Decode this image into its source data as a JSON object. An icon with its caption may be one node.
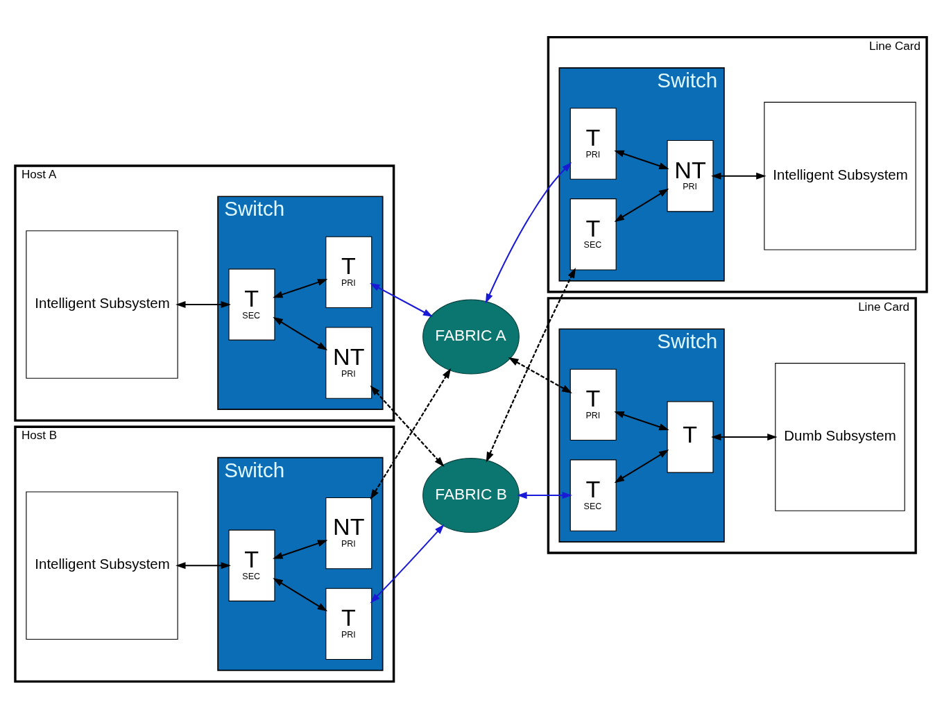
{
  "diagram": {
    "nodes": [
      {
        "text": [
          "Host A"
        ]
      },
      {
        "text": [
          "Intelligent Subsystem"
        ],
        "in": 0
      },
      {
        "text": [
          "Switch"
        ],
        "in": 0
      },
      {
        "text": [
          "T",
          "SEC"
        ],
        "in": 2
      },
      {
        "text": [
          "T",
          "PRI"
        ],
        "in": 2
      },
      {
        "text": [
          "NT",
          "PRI"
        ],
        "in": 2
      },
      {
        "text": [
          "Line Card"
        ]
      },
      {
        "text": [
          "Switch"
        ],
        "in": 6
      },
      {
        "text": [
          "T",
          "PRI"
        ],
        "in": 7
      },
      {
        "text": [
          "T",
          "SEC"
        ],
        "in": 7
      },
      {
        "text": [
          "NT",
          "PRI"
        ],
        "in": 7
      },
      {
        "text": [
          "Intelligent Subsystem"
        ],
        "in": 6
      },
      {
        "text": [
          "FABRIC A"
        ]
      },
      {
        "text": [
          "FABRIC B"
        ]
      },
      {
        "text": [
          "Host B"
        ]
      },
      {
        "text": [
          "Intelligent Subsystem"
        ],
        "in": 14
      },
      {
        "text": [
          "Switch"
        ],
        "in": 14
      },
      {
        "text": [
          "T",
          "SEC"
        ],
        "in": 16
      },
      {
        "text": [
          "NT",
          "PRI"
        ],
        "in": 16
      },
      {
        "text": [
          "T",
          "PRI"
        ],
        "in": 16
      },
      {
        "text": [
          "Line Card"
        ]
      },
      {
        "text": [
          "Switch"
        ],
        "in": 20
      },
      {
        "text": [
          "T",
          "PRI"
        ],
        "in": 21
      },
      {
        "text": [
          "T",
          "SEC"
        ],
        "in": 21
      },
      {
        "text": [
          "T"
        ],
        "in": 21
      },
      {
        "text": [
          "Dumb Subsystem"
        ],
        "in": 20
      }
    ],
    "edges": [
      {
        "from": 1,
        "to": 3,
        "arrow": "both"
      },
      {
        "from": 3,
        "to": 4,
        "arrow": "both"
      },
      {
        "from": 3,
        "to": 5,
        "arrow": "both"
      },
      {
        "from": 4,
        "to": 12,
        "arrow": "both",
        "color": "#1a1ad6"
      },
      {
        "from": 5,
        "to": 13,
        "arrow": "both",
        "style": "dashed"
      },
      {
        "from": 12,
        "to": 8,
        "arrow": "both",
        "color": "#1a1ad6"
      },
      {
        "from": 13,
        "to": 9,
        "arrow": "both",
        "style": "dashed"
      },
      {
        "from": 8,
        "to": 10,
        "arrow": "both"
      },
      {
        "from": 9,
        "to": 10,
        "arrow": "both"
      },
      {
        "from": 10,
        "to": 11,
        "arrow": "both"
      },
      {
        "from": 15,
        "to": 17,
        "arrow": "both"
      },
      {
        "from": 17,
        "to": 18,
        "arrow": "both"
      },
      {
        "from": 17,
        "to": 19,
        "arrow": "both"
      },
      {
        "from": 18,
        "to": 12,
        "arrow": "both",
        "style": "dashed"
      },
      {
        "from": 19,
        "to": 13,
        "arrow": "both",
        "color": "#1a1ad6"
      },
      {
        "from": 12,
        "to": 22,
        "arrow": "both",
        "style": "dashed"
      },
      {
        "from": 13,
        "to": 23,
        "arrow": "both",
        "color": "#1a1ad6"
      },
      {
        "from": 22,
        "to": 24,
        "arrow": "both"
      },
      {
        "from": 23,
        "to": 24,
        "arrow": "both"
      },
      {
        "from": 24,
        "to": 25,
        "arrow": "both"
      }
    ]
  }
}
